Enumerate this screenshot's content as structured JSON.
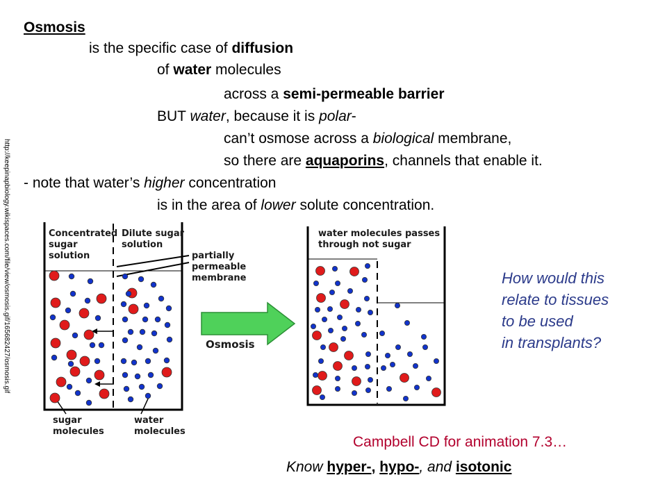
{
  "title": "Osmosis",
  "lines": {
    "l1_pre": "is the specific case of ",
    "l1_bold": "diffusion",
    "l2_pre": "of ",
    "l2_bold": "water",
    "l2_post": " molecules",
    "l3_pre": "across a ",
    "l3_bold": "semi-permeable barrier",
    "l4_pre": "BUT ",
    "l4_it1": "water",
    "l4_mid": ", because it is ",
    "l4_it2": "polar",
    "l4_post": "-",
    "l5_pre": "can’t osmose across a ",
    "l5_it": "biological",
    "l5_post": " membrane,",
    "l6_pre": "so there are ",
    "l6_bold": "aquaporins",
    "l6_post": ", channels that enable it.",
    "l7_pre": "- note that water’s ",
    "l7_it": "higher",
    "l7_post": " concentration",
    "l8_pre": "is in the area of ",
    "l8_it": "lower",
    "l8_post": " solute concentration."
  },
  "source_url": "http://keepinapbiology.wikispaces.com/file/view/osmosis.gif/165682427/osmosis.gif",
  "diagram": {
    "left_label_1": "Concentrated",
    "left_label_2": "sugar",
    "left_label_3": "solution",
    "right_label_1": "Dilute sugar",
    "right_label_2": "solution",
    "membrane_label_1": "partially",
    "membrane_label_2": "permeable",
    "membrane_label_3": "membrane",
    "arrow_label": "Osmosis",
    "sugar_label_1": "sugar",
    "sugar_label_2": "molecules",
    "water_label_1": "water",
    "water_label_2": "molecules",
    "after_label_1": "water molecules passes",
    "after_label_2": "through not sugar",
    "colors": {
      "sugar": "#e01b1b",
      "water": "#1133cc",
      "arrow": "#4fd15a"
    }
  },
  "question": {
    "line1": "How would this",
    "line2": "relate to tissues",
    "line3": "to be used",
    "line4": "in transplants?"
  },
  "campbell": "Campbell CD for animation 7.3…",
  "know": {
    "pre": "Know ",
    "w1": "hyper-",
    "sep1": ", ",
    "w2": "hypo-",
    "sep2": ", and ",
    "w3": "isotonic"
  }
}
